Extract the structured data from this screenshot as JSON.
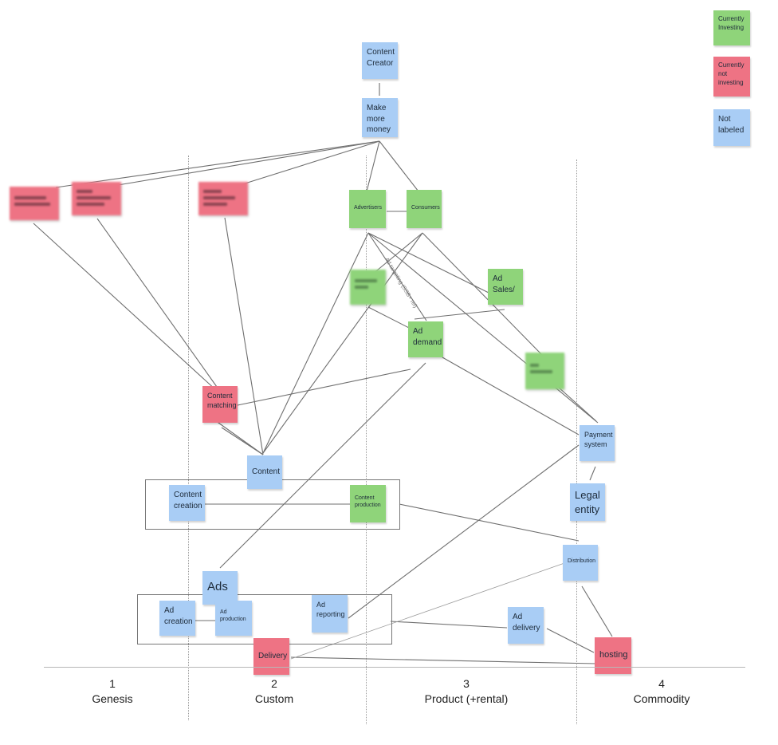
{
  "legend": {
    "currently_investing": "Currently\nInvesting",
    "currently_not_investing": "Currently\nnot\ninvesting",
    "not_labeled": "Not\nlabeled"
  },
  "colors": {
    "currently_investing": "#8fd47a",
    "currently_not_investing": "#ee7384",
    "not_labeled": "#a9cdf5",
    "link": "#6f6f6f"
  },
  "nodes": {
    "content_creator": "Content\nCreator",
    "make_more_money": "Make\nmore\nmoney",
    "advertisers": "Advertisers",
    "consumers": "Consumers",
    "ad_sales": "Ad\nSales/",
    "ad_demand": "Ad\ndemand",
    "content_matching": "Content\nmatching",
    "payment_system": "Payment\nsystem",
    "content": "Content",
    "content_creation": "Content\ncreation",
    "content_production": "Content\nproduction",
    "legal_entity": "Legal\nentity",
    "distribution": "Distribution",
    "ads": "Ads",
    "ad_creation": "Ad\ncreation",
    "ad_production": "Ad\nproduction",
    "ad_reporting": "Ad\nreporting",
    "ad_delivery": "Ad\ndelivery",
    "delivery": "Delivery",
    "hosting": "hosting"
  },
  "link_labels": {
    "ad_targeting": "Ad targeting (SSB+ rel)"
  },
  "stages": [
    {
      "number": "1",
      "name": "Genesis"
    },
    {
      "number": "2",
      "name": "Custom"
    },
    {
      "number": "3",
      "name": "Product (+rental)"
    },
    {
      "number": "4",
      "name": "Commodity"
    }
  ]
}
